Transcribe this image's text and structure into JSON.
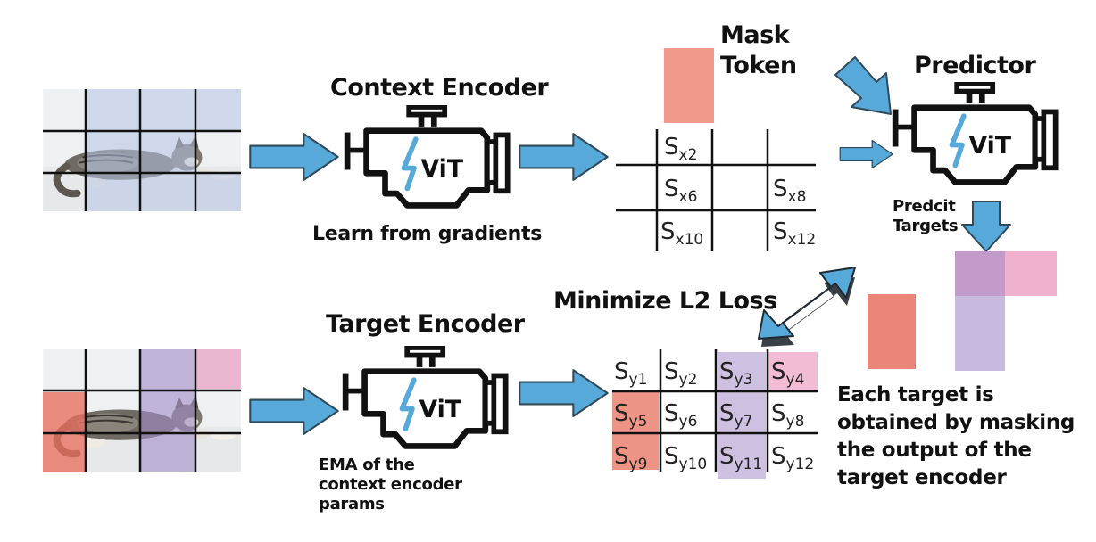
{
  "labels": {
    "context_encoder": "Context Encoder",
    "target_encoder": "Target Encoder",
    "predictor": "Predictor",
    "mask_token": "Mask\nToken",
    "learn_from_gradients": "Learn from gradients",
    "ema": "EMA of the\ncontext encoder\nparams",
    "predict_targets": "Predcit\nTargets",
    "minimize_loss": "Minimize L2 Loss",
    "each_target": "Each target is\nobtained by masking\nthe output of the\ntarget encoder",
    "vit": "ViT"
  },
  "context_tokens": [
    {
      "base": "S",
      "sub": "x2"
    },
    {
      "base": "S",
      "sub": "x6"
    },
    {
      "base": "S",
      "sub": "x8"
    },
    {
      "base": "S",
      "sub": "x10"
    },
    {
      "base": "S",
      "sub": "x12"
    }
  ],
  "target_tokens": [
    {
      "base": "S",
      "sub": "y1"
    },
    {
      "base": "S",
      "sub": "y2"
    },
    {
      "base": "S",
      "sub": "y3"
    },
    {
      "base": "S",
      "sub": "y4"
    },
    {
      "base": "S",
      "sub": "y5"
    },
    {
      "base": "S",
      "sub": "y6"
    },
    {
      "base": "S",
      "sub": "y7"
    },
    {
      "base": "S",
      "sub": "y8"
    },
    {
      "base": "S",
      "sub": "y9"
    },
    {
      "base": "S",
      "sub": "y10"
    },
    {
      "base": "S",
      "sub": "y11"
    },
    {
      "base": "S",
      "sub": "y12"
    }
  ],
  "colors": {
    "arrow_fill": "#56a9d8",
    "arrow_stroke": "#2f4a5a",
    "context_mask": "#b7c5e6",
    "red_target": "#e8705f",
    "purple_target": "#a48cc8",
    "pink_target": "#e890b8",
    "mask_token": "#f19a8c",
    "grid_line": "#111111"
  },
  "icons": [
    "cat-photo-icon",
    "engine-icon",
    "lightning-icon",
    "arrow-right-icon",
    "double-arrow-icon"
  ]
}
